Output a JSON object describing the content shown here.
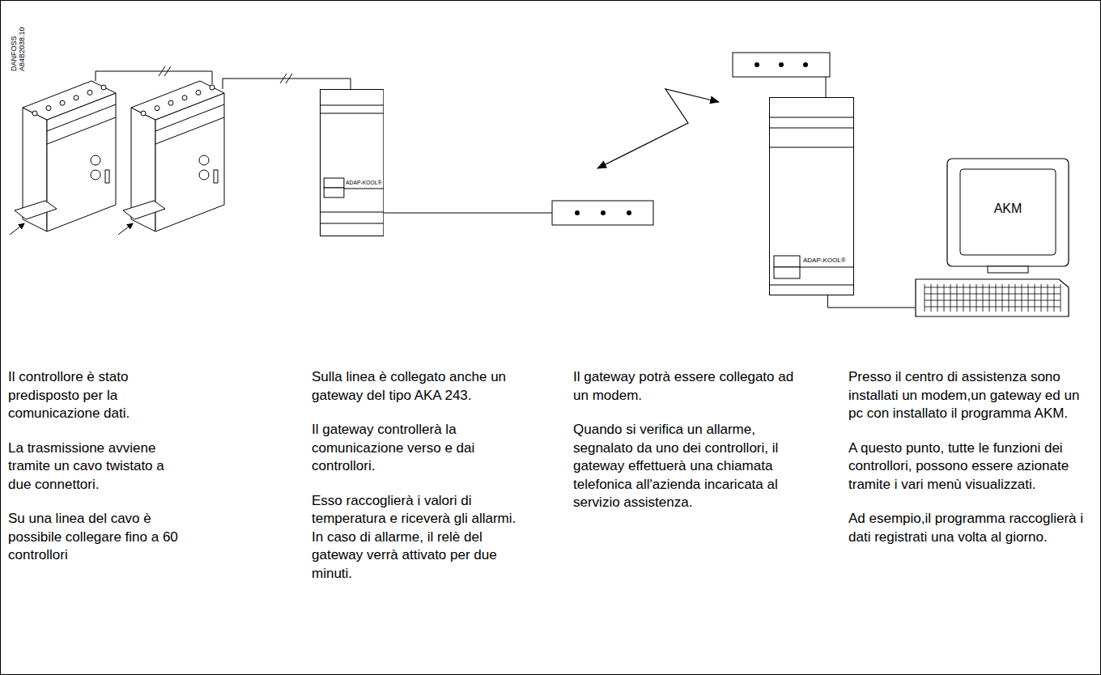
{
  "diagram": {
    "nodes": [
      {
        "text": [
          "ADAP-KOOL®"
        ]
      },
      {
        "text": [
          "ADAP-KOOL®"
        ]
      },
      {
        "text": [
          "AKM"
        ]
      }
    ],
    "edges": [
      {
        "from": 1,
        "to": 2,
        "arrow": "none"
      }
    ],
    "labels": [
      "DANFOSS A84B2038.10",
      "Il controllore è stato predisposto per la comunicazione dati.",
      "La trasmissione avviene tramite un cavo twistato a due connettori.",
      "Su una linea del cavo è possibile collegare fino a 60 controllori",
      "Sulla linea è collegato anche un gateway del tipo AKA 243.",
      "Il gateway controllerà la comunicazione verso e dai controllori.",
      "Esso raccoglierà i valori di temperatura e riceverà gli allarmi. In caso di allarme, il relè del gateway verrà attivato per due minuti.",
      "Il gateway potrà essere collegato ad un modem.",
      "Quando si verifica un allarme, segnalato da uno dei controllori, il gateway effettuerà una chiamata telefonica all'azienda incaricata al servizio assistenza.",
      "Presso il centro di assistenza sono installati un modem,un gateway ed un pc con installato il programma AKM.",
      "A questo punto, tutte le funzioni dei controllori, possono essere azionate tramite i vari menù visualizzati.",
      "Ad esempio,il programma raccoglierà i dati registrati una volta al giorno."
    ]
  }
}
